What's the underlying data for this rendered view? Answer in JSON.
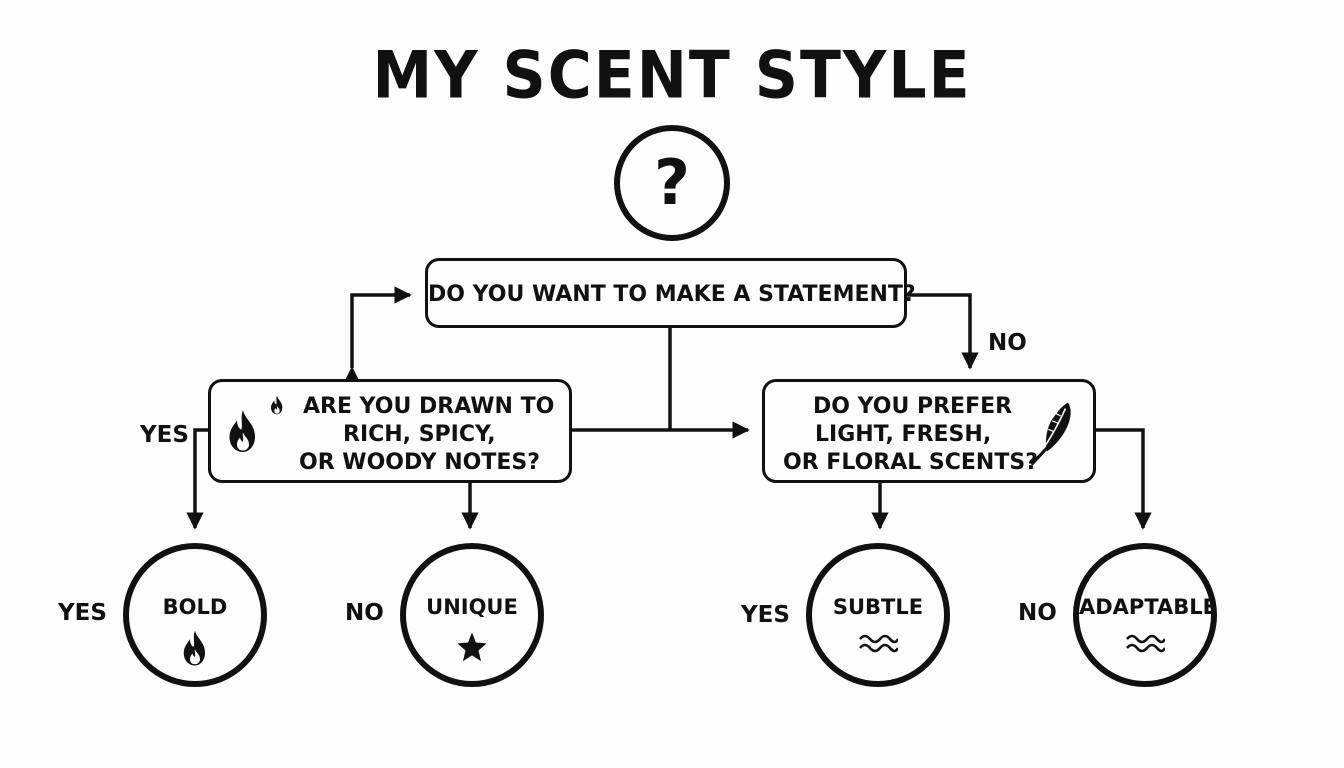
{
  "title": "MY SCENT STYLE",
  "start_icon": "question-mark-icon",
  "start_symbol": "?",
  "q1": {
    "text": "DO YOU WANT TO MAKE A STATEMENT?"
  },
  "q2": {
    "lines": [
      "ARE YOU DRAWN TO",
      "RICH, SPICY,",
      "OR WOODY NOTES?"
    ],
    "icons": [
      "flame-icon",
      "small-flame-icon"
    ]
  },
  "q3": {
    "lines": [
      "DO YOU PREFER",
      "LIGHT, FRESH,",
      "OR FLORAL SCENTS?"
    ],
    "icon": "feather-icon"
  },
  "branch_labels": {
    "q1_no": "NO",
    "q2_yes": "YES",
    "bold_yes": "YES",
    "unique_no": "NO",
    "subtle_yes": "YES",
    "adaptable_no": "NO"
  },
  "results": [
    {
      "label": "BOLD",
      "icon": "flame-icon"
    },
    {
      "label": "UNIQUE",
      "icon": "star-icon"
    },
    {
      "label": "SUBTLE",
      "icon": "waves-icon"
    },
    {
      "label": "ADAPTABLE",
      "icon": "waves-icon"
    }
  ],
  "colors": {
    "ink": "#111111",
    "background": "#fdfdfd"
  }
}
